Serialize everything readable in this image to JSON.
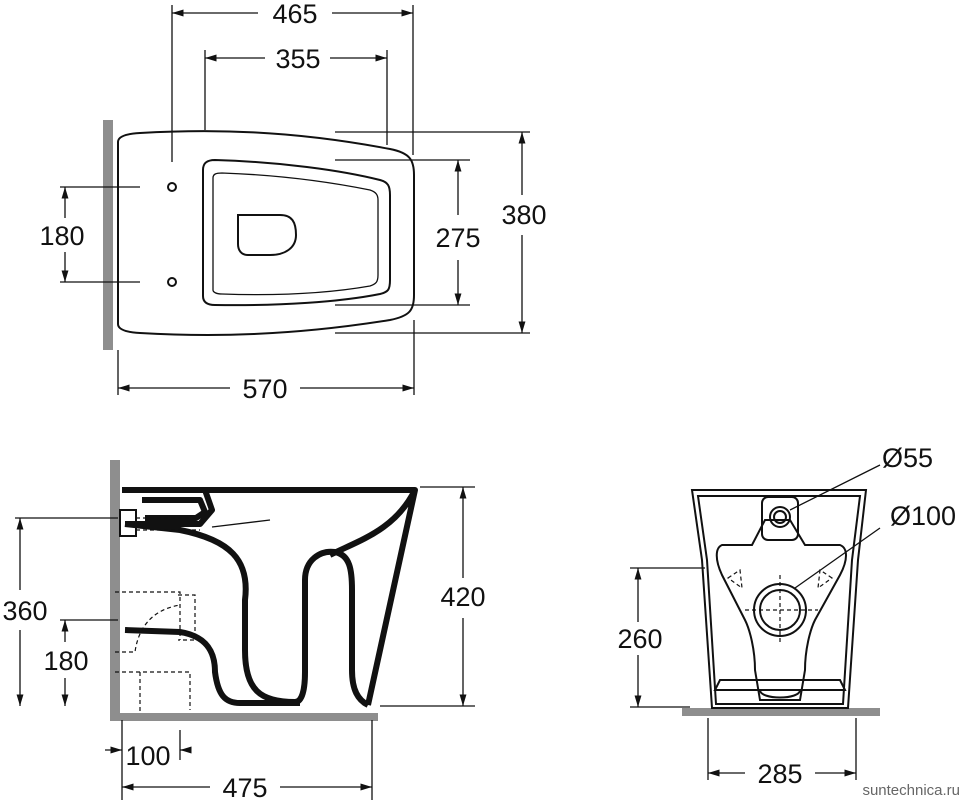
{
  "top_view": {
    "dim_465": "465",
    "dim_355": "355",
    "dim_180": "180",
    "dim_275": "275",
    "dim_380": "380",
    "dim_570": "570"
  },
  "side_view": {
    "dim_360": "360",
    "dim_180": "180",
    "dim_420": "420",
    "dim_100": "100",
    "dim_475": "475"
  },
  "front_view": {
    "dim_d55": "Ø55",
    "dim_d100": "Ø100",
    "dim_260": "260",
    "dim_285": "285"
  },
  "watermark": "suntechnica.ru"
}
